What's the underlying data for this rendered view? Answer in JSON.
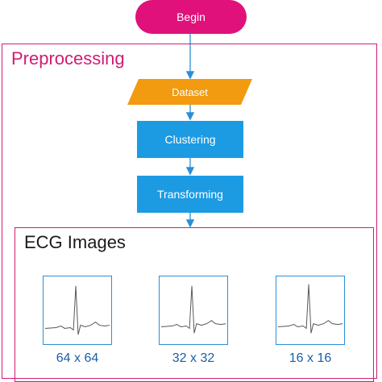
{
  "flow": {
    "start": "Begin",
    "group_title": "Preprocessing",
    "steps": {
      "dataset": "Dataset",
      "clustering": "Clustering",
      "transforming": "Transforming"
    }
  },
  "ecg": {
    "title": "ECG Images",
    "sizes": [
      "64 x 64",
      "32 x 32",
      "16 x 16"
    ]
  },
  "colors": {
    "start": "#e0117a",
    "frame": "#d11c74",
    "dataset": "#f29a10",
    "process": "#1c9be3",
    "arrow": "#2b8fd6",
    "thumb_border": "#2b8fd6"
  }
}
